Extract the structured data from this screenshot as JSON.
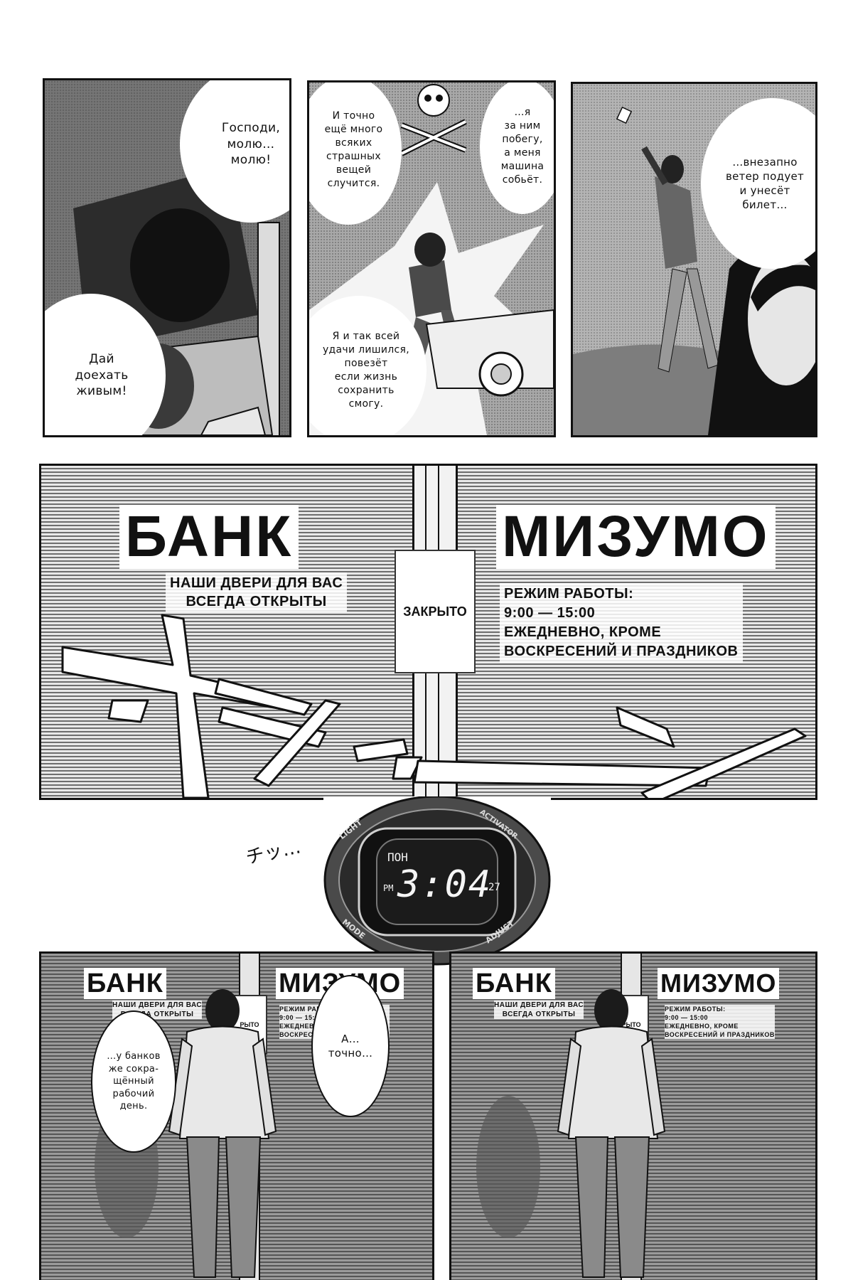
{
  "panel1": {
    "bubble_top": "Господи,\nмолю…\nмолю!",
    "bubble_bottom": "Дай\nдоехать\nживым!"
  },
  "panel2": {
    "bubble_left": "И точно\nещё много\nвсяких\nстрашных\nвещей\nслучится.",
    "bubble_right": "…я\nза ним\nпобегу,\nа меня\nмашина\nсобьёт.",
    "bubble_bottom": "Я и так всей\nудачи лишился,\nповезёт\nесли жизнь\nсохранить\nсмогу."
  },
  "panel3": {
    "bubble": "…внезапно\nветер подует\nи унесёт\nбилет…"
  },
  "bank_panel": {
    "name_left": "БАНК",
    "name_right": "МИЗУМО",
    "slogan": "НАШИ ДВЕРИ ДЛЯ ВАС\nВСЕГДА ОТКРЫТЫ",
    "closed_sign": "ЗАКРЫТО",
    "hours": "РЕЖИМ РАБОТЫ:\n9:00 — 15:00\nЕЖЕДНЕВНО, КРОМЕ\nВОСКРЕСЕНИЙ И ПРАЗДНИКОВ"
  },
  "watch": {
    "day": "ПОН",
    "ampm": "PM",
    "time": "3:04",
    "seconds": "27",
    "btn_light": "LIGHT",
    "btn_mode": "MODE",
    "btn_activator": "ACTIVATOR",
    "btn_adjust": "ADJUST",
    "sfx": "チッ…"
  },
  "bottom_left": {
    "name_left": "БАНК",
    "name_right": "МИЗУМО",
    "slogan": "НАШИ ДВЕРИ ДЛЯ ВАС\nВСЕГДА ОТКРЫТЫ",
    "closed_sign": "РЫТО",
    "hours": "РЕЖИМ РАБОТЫ:\n9:00 — 15:00\nЕЖЕДНЕВНО, КРОМЕ\nВОСКРЕСЕНИЙ И ПРАЗДНИКОВ",
    "bubble_left": "…у банков\nже сокра-\nщённый\nрабочий\nдень.",
    "bubble_right": "А…\nточно…"
  },
  "bottom_right": {
    "name_left": "БАНК",
    "name_right": "МИЗУМО",
    "slogan": "НАШИ ДВЕРИ ДЛЯ ВАС\nВСЕГДА ОТКРЫТЫ",
    "closed_sign": "РЫТО",
    "hours": "РЕЖИМ РАБОТЫ:\n9:00 — 15:00\nЕЖЕДНЕВНО, КРОМЕ\nВОСКРЕСЕНИЙ И ПРАЗДНИКОВ"
  }
}
